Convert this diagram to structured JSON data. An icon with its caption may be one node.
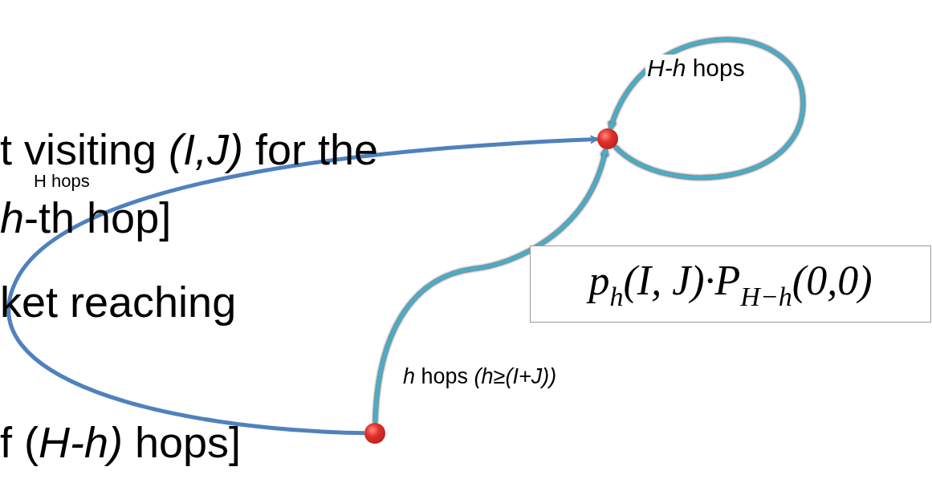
{
  "diagram": {
    "nodes": [
      {
        "text": [],
        "shape": "circle"
      },
      {
        "text": [],
        "shape": "circle"
      },
      {
        "text": [
          "p$_{h}$(I, J)·P$_{H−h}$(0,0)"
        ]
      }
    ],
    "edges": [
      {
        "from": 1,
        "to": 0,
        "arrow": "to",
        "label": "H hops",
        "color": "#4f81bd"
      },
      {
        "from": 1,
        "to": 0,
        "arrow": "to",
        "label": "*h* hops *(h≥(I+J))*"
      },
      {
        "from": 0,
        "to": 0,
        "arrow": "to",
        "label": "*H-h* hops"
      }
    ],
    "labels": [
      "t visiting *(I,J)* for the",
      "*h*-th hop]",
      "ket reaching",
      "f (*H-h)* hops]"
    ]
  }
}
